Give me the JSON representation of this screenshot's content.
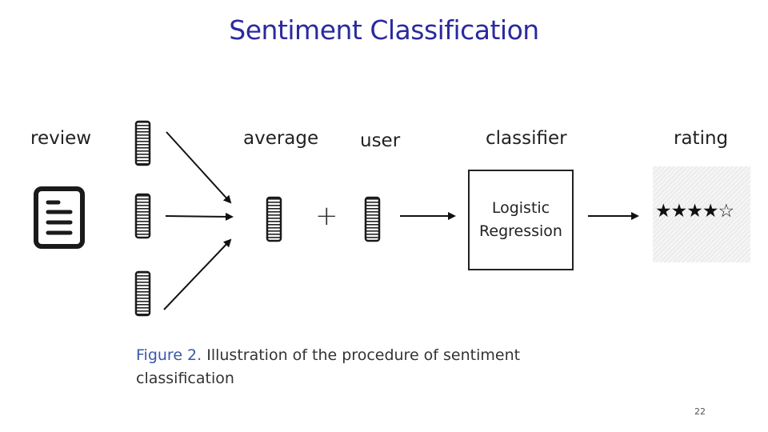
{
  "title": "Sentiment Classification",
  "labels": {
    "review": "review",
    "average": "average",
    "user": "user",
    "classifier": "classifier",
    "rating": "rating"
  },
  "classifier_box": {
    "line1": "Logistic",
    "line2": "Regression"
  },
  "operator": "+",
  "rating": {
    "stars_filled": 4,
    "stars_total": 5,
    "display": "★★★★☆"
  },
  "caption": {
    "figure": "Figure 2.",
    "text": " Illustration of the procedure of sentiment classification"
  },
  "page_number": "22",
  "icons": [
    "document-icon",
    "vector-icon",
    "arrow-icon",
    "star-icon"
  ]
}
